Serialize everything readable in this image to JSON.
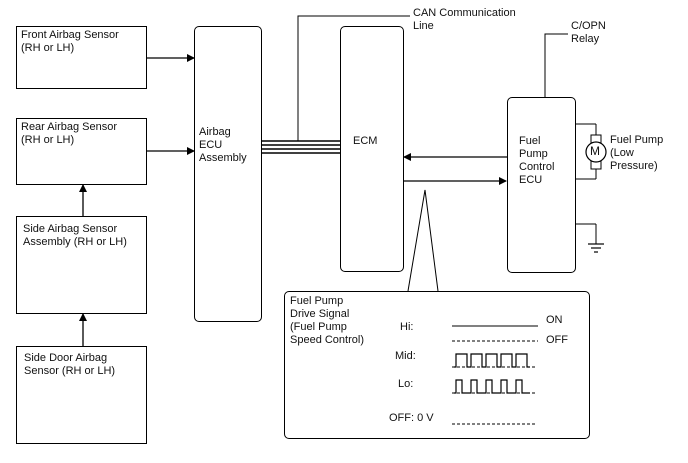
{
  "sensors": {
    "front": "Front Airbag Sensor\n(RH or LH)",
    "rear": "Rear Airbag Sensor\n(RH or LH)",
    "side": "Side Airbag Sensor\nAssembly (RH or LH)",
    "side_door": "Side Door Airbag\nSensor (RH or LH)"
  },
  "airbag_ecu": "Airbag\nECU\nAssembly",
  "can_line": "CAN Communication\nLine",
  "ecm": "ECM",
  "relay": "C/OPN\nRelay",
  "fuel_pump_ecu": "Fuel\nPump\nControl\nECU",
  "motor_symbol": "M",
  "fuel_pump": "Fuel Pump\n(Low\nPressure)",
  "signal_panel": {
    "title": "Fuel Pump\nDrive Signal\n(Fuel Pump\nSpeed Control)",
    "hi": "Hi:",
    "mid": "Mid:",
    "lo": "Lo:",
    "off_level": "OFF: 0 V",
    "on_label": "ON",
    "off_label": "OFF"
  }
}
